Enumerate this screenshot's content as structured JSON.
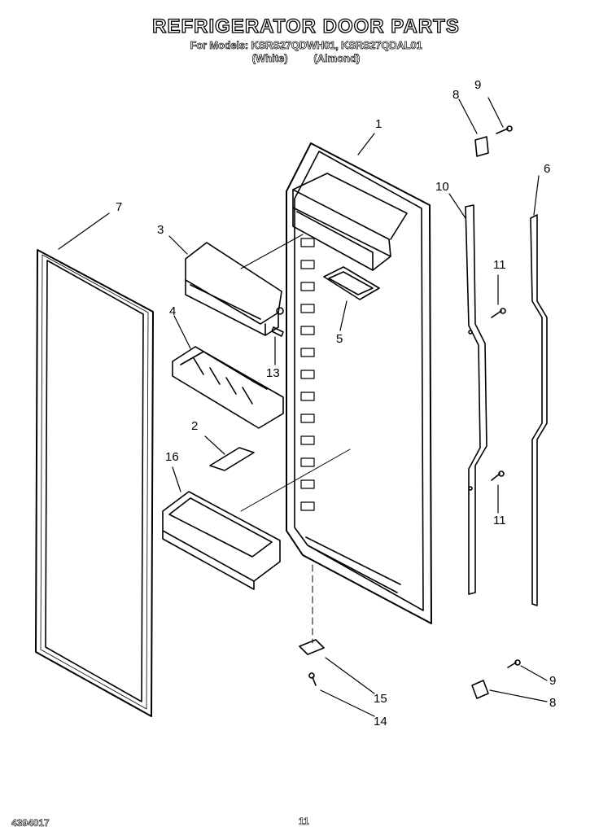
{
  "header": {
    "title": "REFRIGERATOR DOOR PARTS",
    "models": "For Models: KSRS27QDWH01, KSRS27QDAL01",
    "variant_white": "(White)",
    "variant_almond": "(Almond)"
  },
  "callouts": {
    "c1": "1",
    "c2": "2",
    "c3": "3",
    "c4": "4",
    "c5": "5",
    "c6": "6",
    "c7": "7",
    "c8a": "8",
    "c9a": "9",
    "c10": "10",
    "c11a": "11",
    "c11b": "11",
    "c13": "13",
    "c16": "16",
    "c15": "15",
    "c14": "14",
    "c9b": "9",
    "c8b": "8"
  },
  "footer": {
    "doc_number": "4394017",
    "page_number": "11"
  }
}
